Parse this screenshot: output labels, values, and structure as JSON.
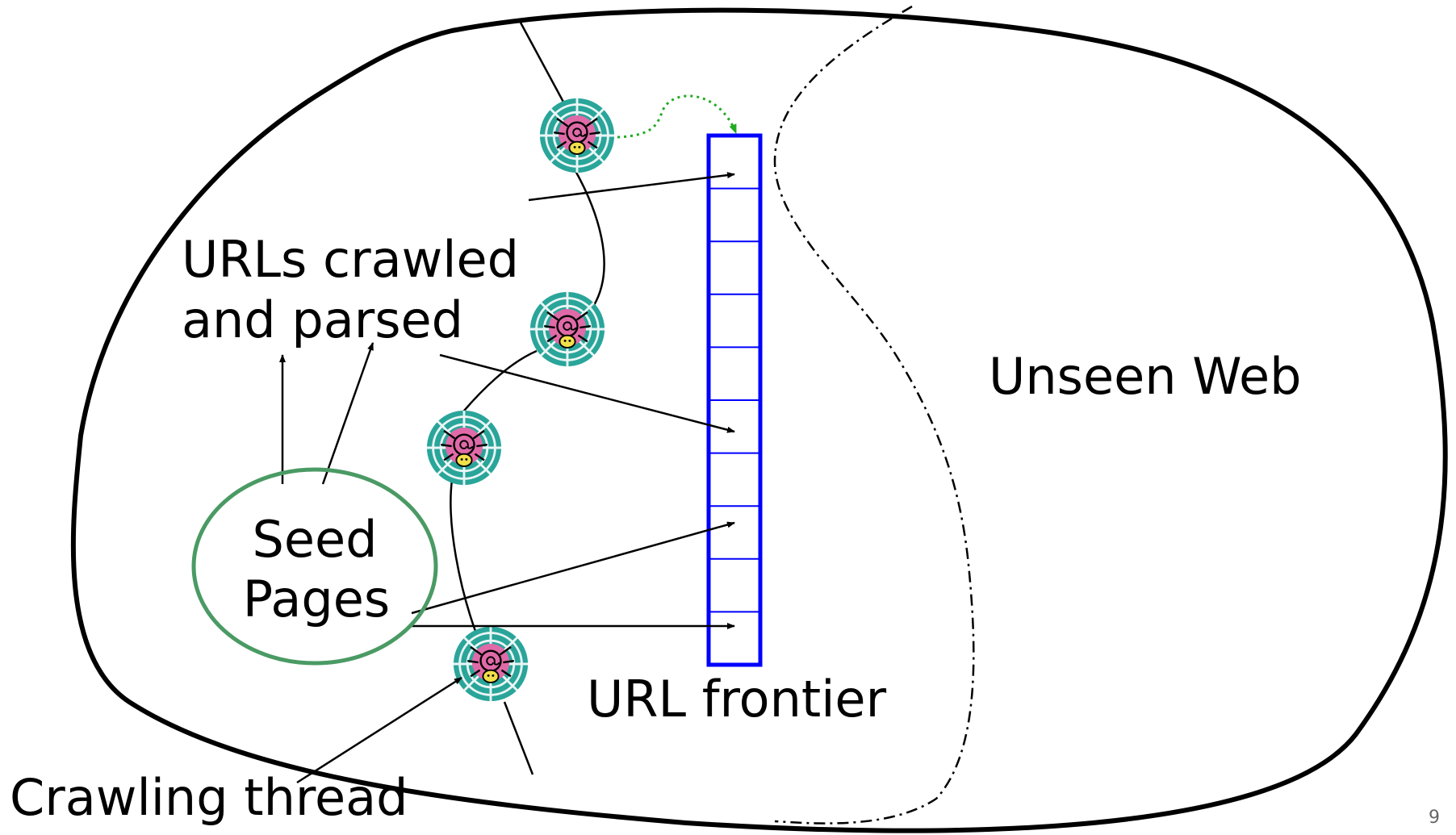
{
  "labels": {
    "urls_crawled_line1": "URLs crawled",
    "urls_crawled_line2": "and parsed",
    "unseen_web": "Unseen Web",
    "seed_line1": "Seed",
    "seed_line2": "Pages",
    "url_frontier": "URL frontier",
    "crawling_thread": "Crawling thread"
  },
  "page_number": "9",
  "frontier": {
    "slots": 10
  },
  "colors": {
    "outline": "#000000",
    "frontier": "#0000ff",
    "seed_ellipse": "#4a9a64",
    "dotted_arrow": "#22aa22",
    "spider_web": "#2aa59a",
    "spider_body": "#e06aa8",
    "spider_face": "#f2e04a"
  }
}
